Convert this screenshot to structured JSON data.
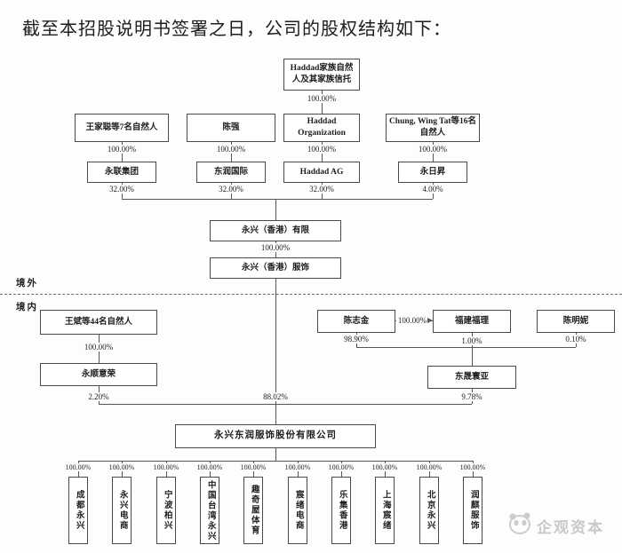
{
  "title": "截至本招股说明书签署之日，公司的股权结构如下：",
  "regions": {
    "offshore": "境外",
    "onshore": "境内"
  },
  "nodes": {
    "haddad_trust": {
      "label": "Haddad家族自然人及其家族信托"
    },
    "wang_jiacong": {
      "label": "王家聪等7名自然人"
    },
    "chen_qiang": {
      "label": "陈强"
    },
    "haddad_org": {
      "label": "Haddad Organization"
    },
    "chung_wing_tat": {
      "label": "Chung, Wing Tat等16名自然人"
    },
    "yonglian_group": {
      "label": "永联集团"
    },
    "dongrun_intl": {
      "label": "东润国际"
    },
    "haddad_ag": {
      "label": "Haddad AG"
    },
    "yongrisheng": {
      "label": "永日昇"
    },
    "yongxing_hk_ltd": {
      "label": "永兴（香港）有限"
    },
    "yongxing_hk_fashion": {
      "label": "永兴（香港）服饰"
    },
    "wang_bin": {
      "label": "王斌等44名自然人"
    },
    "yongshun_yirong": {
      "label": "永顺意荣"
    },
    "chen_zhijin": {
      "label": "陈志金"
    },
    "fujian_fuli": {
      "label": "福建福理"
    },
    "chen_mingni": {
      "label": "陈明妮"
    },
    "dongsheng_huanya": {
      "label": "东晟寰亚"
    },
    "main_company": {
      "label": "永兴东润服饰股份有限公司"
    }
  },
  "pct": {
    "trust_to_org": "100.00%",
    "wang7_to_yonglian": "100.00%",
    "chenqiang_to_dongrun": "100.00%",
    "org_to_ag": "100.00%",
    "chung_to_yongrisheng": "100.00%",
    "yonglian_to_hkltd": "32.00%",
    "dongrun_to_hkltd": "32.00%",
    "ag_to_hkltd": "32.00%",
    "yongrisheng_to_hkltd": "4.00%",
    "hkltd_to_hkfashion": "100.00%",
    "wangbin_to_yongshun": "100.00%",
    "chenzhijin_to_fuli": "100.00%",
    "chenzhijin_to_dongsheng": "98.90%",
    "fuli_to_dongsheng": "1.00%",
    "chenmingni_to_dongsheng": "0.10%",
    "yongshun_to_main": "2.20%",
    "hkfashion_to_main": "88.02%",
    "dongsheng_to_main": "9.78%"
  },
  "subsidiaries": [
    {
      "label": "成都永兴",
      "pct": "100.00%"
    },
    {
      "label": "永兴电商",
      "pct": "100.00%"
    },
    {
      "label": "宁波柏兴",
      "pct": "100.00%"
    },
    {
      "label": "中国台湾永兴",
      "pct": "100.00%"
    },
    {
      "label": "趣奇屋体育",
      "pct": "100.00%"
    },
    {
      "label": "宸绪电商",
      "pct": "100.00%"
    },
    {
      "label": "乐集香港",
      "pct": "100.00%"
    },
    {
      "label": "上海宸绪",
      "pct": "100.00%"
    },
    {
      "label": "北京永兴",
      "pct": "100.00%"
    },
    {
      "label": "润麒服饰",
      "pct": "100.00%"
    }
  ],
  "watermark": {
    "text": "企观资本",
    "icon": "panda-logo-icon",
    "color": "#c9c9c9"
  },
  "chart_data": {
    "type": "org_chart",
    "edges": [
      {
        "from": "Haddad家族自然人及其家族信托",
        "to": "Haddad Organization",
        "pct": "100.00%"
      },
      {
        "from": "王家聪等7名自然人",
        "to": "永联集团",
        "pct": "100.00%"
      },
      {
        "from": "陈强",
        "to": "东润国际",
        "pct": "100.00%"
      },
      {
        "from": "Haddad Organization",
        "to": "Haddad AG",
        "pct": "100.00%"
      },
      {
        "from": "Chung, Wing Tat等16名自然人",
        "to": "永日昇",
        "pct": "100.00%"
      },
      {
        "from": "永联集团",
        "to": "永兴（香港）有限",
        "pct": "32.00%"
      },
      {
        "from": "东润国际",
        "to": "永兴（香港）有限",
        "pct": "32.00%"
      },
      {
        "from": "Haddad AG",
        "to": "永兴（香港）有限",
        "pct": "32.00%"
      },
      {
        "from": "永日昇",
        "to": "永兴（香港）有限",
        "pct": "4.00%"
      },
      {
        "from": "永兴（香港）有限",
        "to": "永兴（香港）服饰",
        "pct": "100.00%"
      },
      {
        "from": "王斌等44名自然人",
        "to": "永顺意荣",
        "pct": "100.00%"
      },
      {
        "from": "陈志金",
        "to": "福建福理",
        "pct": "100.00%"
      },
      {
        "from": "陈志金",
        "to": "东晟寰亚",
        "pct": "98.90%"
      },
      {
        "from": "福建福理",
        "to": "东晟寰亚",
        "pct": "1.00%"
      },
      {
        "from": "陈明妮",
        "to": "东晟寰亚",
        "pct": "0.10%"
      },
      {
        "from": "永顺意荣",
        "to": "永兴东润服饰股份有限公司",
        "pct": "2.20%"
      },
      {
        "from": "永兴（香港）服饰",
        "to": "永兴东润服饰股份有限公司",
        "pct": "88.02%"
      },
      {
        "from": "东晟寰亚",
        "to": "永兴东润服饰股份有限公司",
        "pct": "9.78%"
      },
      {
        "from": "永兴东润服饰股份有限公司",
        "to": "成都永兴",
        "pct": "100.00%"
      },
      {
        "from": "永兴东润服饰股份有限公司",
        "to": "永兴电商",
        "pct": "100.00%"
      },
      {
        "from": "永兴东润服饰股份有限公司",
        "to": "宁波柏兴",
        "pct": "100.00%"
      },
      {
        "from": "永兴东润服饰股份有限公司",
        "to": "中国台湾永兴",
        "pct": "100.00%"
      },
      {
        "from": "永兴东润服饰股份有限公司",
        "to": "趣奇屋体育",
        "pct": "100.00%"
      },
      {
        "from": "永兴东润服饰股份有限公司",
        "to": "宸绪电商",
        "pct": "100.00%"
      },
      {
        "from": "永兴东润服饰股份有限公司",
        "to": "乐集香港",
        "pct": "100.00%"
      },
      {
        "from": "永兴东润服饰股份有限公司",
        "to": "上海宸绪",
        "pct": "100.00%"
      },
      {
        "from": "永兴东润服饰股份有限公司",
        "to": "北京永兴",
        "pct": "100.00%"
      },
      {
        "from": "永兴东润服饰股份有限公司",
        "to": "润麒服饰",
        "pct": "100.00%"
      }
    ]
  }
}
